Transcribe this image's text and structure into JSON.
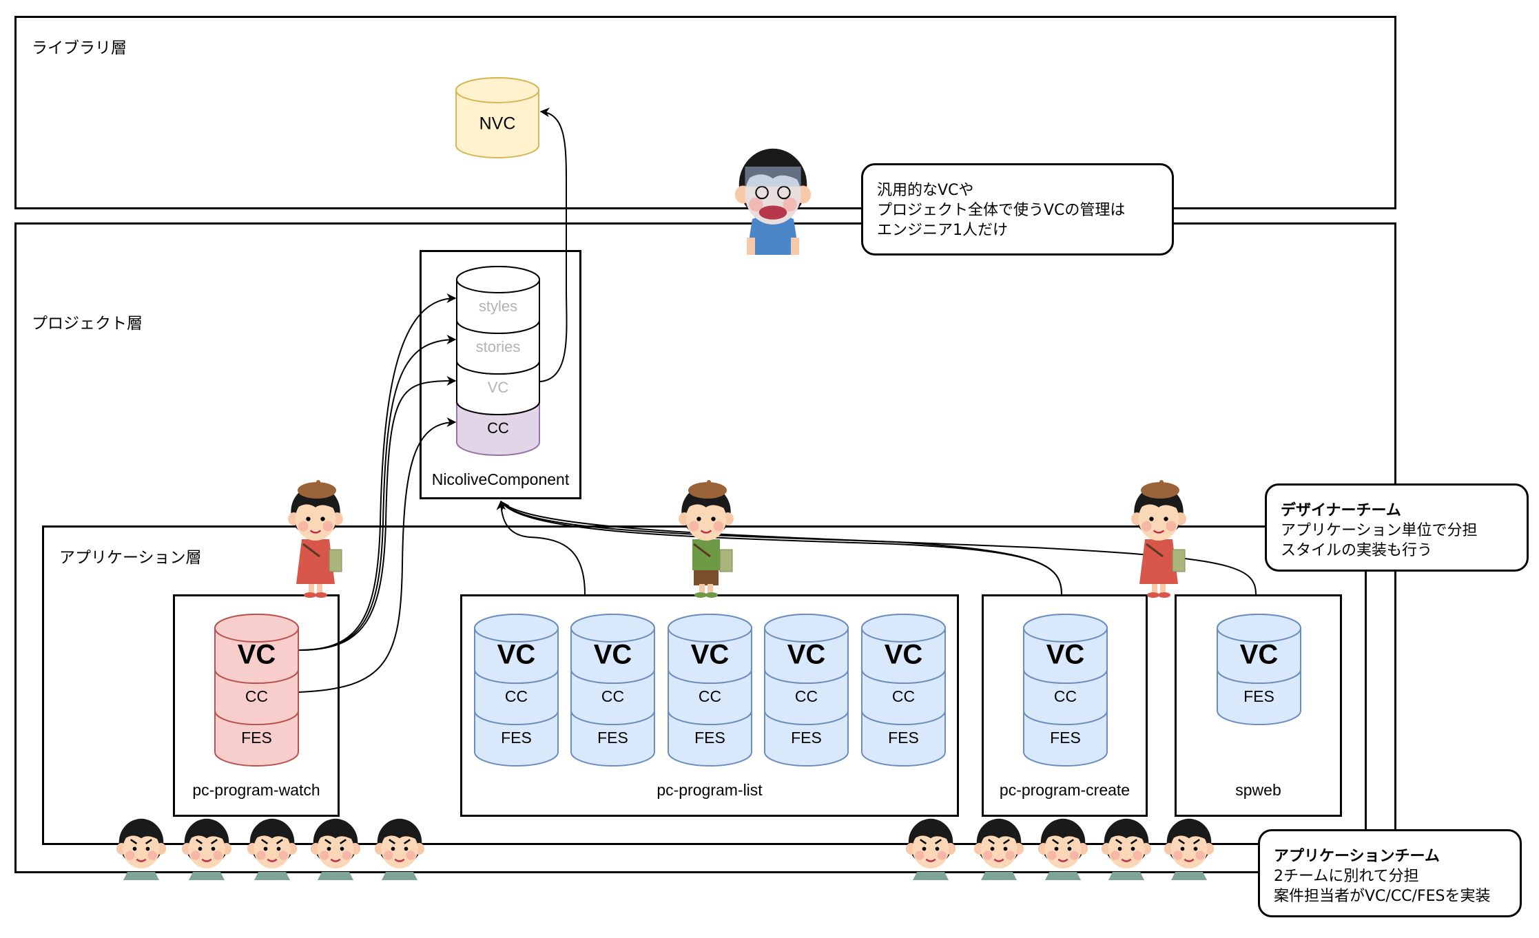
{
  "layers": {
    "library": {
      "label": "ライブラリ層"
    },
    "project": {
      "label": "プロジェクト層"
    },
    "application": {
      "label": "アプリケーション層"
    }
  },
  "library_cylinder": {
    "label": "NVC",
    "fill": "#fff2cc",
    "stroke": "#d6b656"
  },
  "nicolive_component": {
    "label": "NicoliveComponent",
    "segments": [
      {
        "label": "styles",
        "muted": true
      },
      {
        "label": "stories",
        "muted": true
      },
      {
        "label": "VC",
        "muted": true
      },
      {
        "label": "CC",
        "muted": false
      }
    ],
    "cc_fill": "#e1d5e7",
    "cc_stroke": "#9673a6",
    "muted_text_color": "#b3b3b3"
  },
  "applications": [
    {
      "name": "pc-program-watch",
      "cylinders": [
        [
          "VC",
          "CC",
          "FES"
        ]
      ],
      "fill": "#f8cecc",
      "stroke": "#b85450"
    },
    {
      "name": "pc-program-list",
      "cylinders": [
        [
          "VC",
          "CC",
          "FES"
        ],
        [
          "VC",
          "CC",
          "FES"
        ],
        [
          "VC",
          "CC",
          "FES"
        ],
        [
          "VC",
          "CC",
          "FES"
        ],
        [
          "VC",
          "CC",
          "FES"
        ]
      ],
      "fill": "#dae8fc",
      "stroke": "#6c8ebf"
    },
    {
      "name": "pc-program-create",
      "cylinders": [
        [
          "VC",
          "CC",
          "FES"
        ]
      ],
      "fill": "#dae8fc",
      "stroke": "#6c8ebf"
    },
    {
      "name": "spweb",
      "cylinders": [
        [
          "VC",
          "FES"
        ]
      ],
      "fill": "#dae8fc",
      "stroke": "#6c8ebf"
    }
  ],
  "callouts": {
    "engineer": {
      "lines": [
        "汎用的なVCや",
        "プロジェクト全体で使うVCの管理は",
        "エンジニア1人だけ"
      ]
    },
    "designer_team": {
      "title": "デザイナーチーム",
      "lines": [
        "アプリケーション単位で分担",
        "スタイルの実装も行う"
      ]
    },
    "application_team": {
      "title": "アプリケーションチーム",
      "lines": [
        "2チームに別れて分担",
        "案件担当者がVC/CC/FESを実装"
      ]
    }
  },
  "people": {
    "engineer_icon": "stressed-engineer-icon",
    "designer_icons": [
      "female-designer-icon",
      "male-designer-icon",
      "female-designer-icon"
    ],
    "app_team_left_count": 5,
    "app_team_right_count": 5
  }
}
